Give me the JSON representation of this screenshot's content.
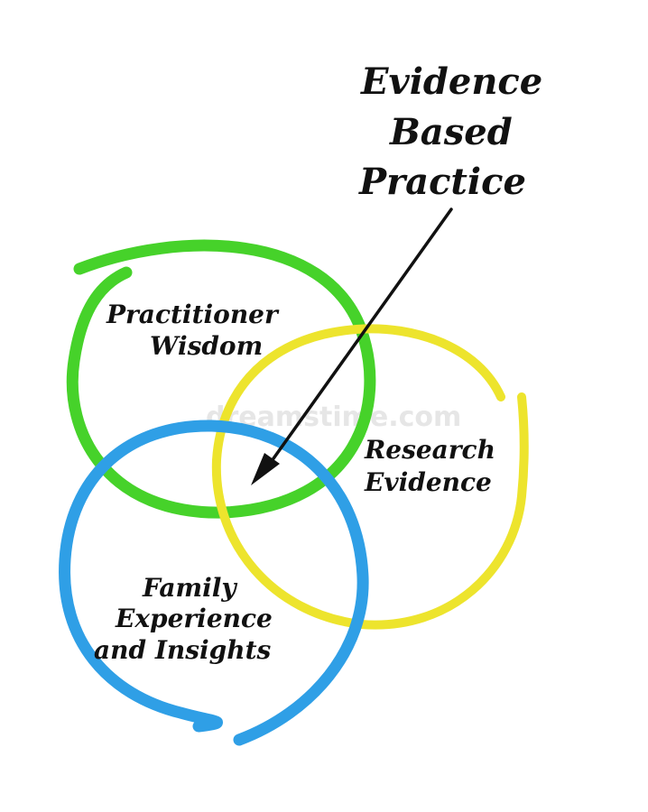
{
  "title": {
    "line1": "Evidence",
    "line2": "Based",
    "line3": "Practice"
  },
  "nodes": {
    "practitioner": {
      "line1": "Practitioner",
      "line2": "Wisdom",
      "color": "#46d22a"
    },
    "research": {
      "line1": "Research",
      "line2": "Evidence",
      "color": "#ede42d"
    },
    "family": {
      "line1": "Family",
      "line2": "Experience",
      "line3": "and Insights",
      "color": "#2f9fe6"
    }
  },
  "arrow_color": "#111111",
  "watermark": "dreamstime.com"
}
